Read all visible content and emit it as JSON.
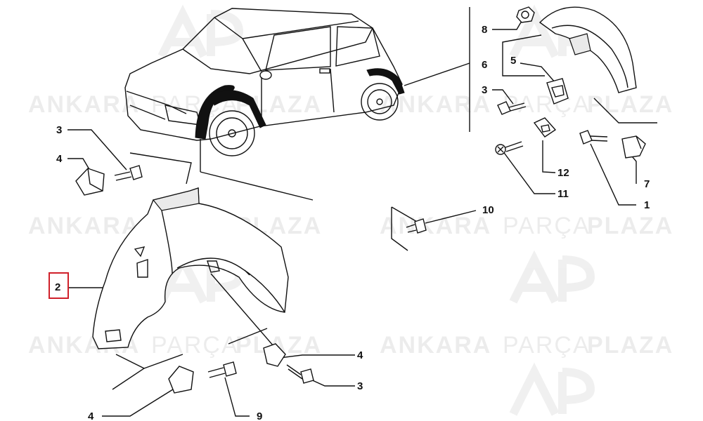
{
  "watermark": {
    "word1": "ANKARA",
    "word2": "PARÇA",
    "word3": "PLAZA"
  },
  "callouts": {
    "c8": "8",
    "c6": "6",
    "c5": "5",
    "c3_top": "3",
    "c12": "12",
    "c11": "11",
    "c7": "7",
    "c1": "1",
    "c3_left": "3",
    "c4_left": "4",
    "c10": "10",
    "c2": "2",
    "c4_right": "4",
    "c3_bottom": "3",
    "c4_bottom": "4",
    "c9": "9"
  },
  "colors": {
    "highlight": "#d0202a",
    "ink": "#111111"
  }
}
